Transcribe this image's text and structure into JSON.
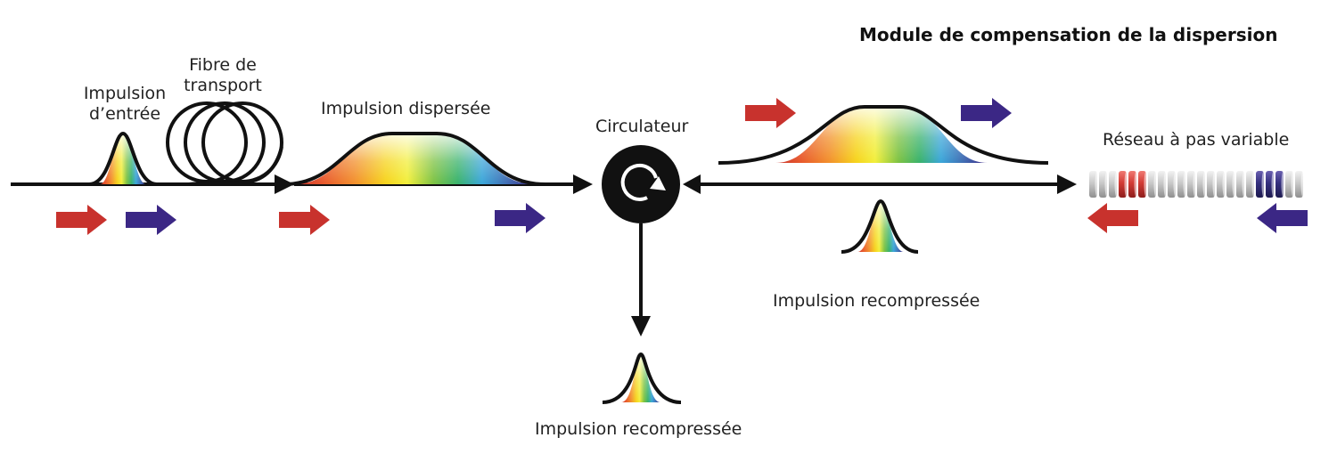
{
  "module_title": "Module de compensation de la dispersion",
  "labels": {
    "input_pulse_line1": "Impulsion",
    "input_pulse_line2": "d’entrée",
    "fiber_line1": "Fibre de",
    "fiber_line2": "transport",
    "dispersed_pulse": "Impulsion dispersée",
    "circulator": "Circulateur",
    "grating": "Réseau à pas variable",
    "recompressed_right": "Impulsion recompressée",
    "recompressed_bottom": "Impulsion recompressée"
  },
  "colors": {
    "line": "#111111",
    "arrow_red": "#c8322d",
    "arrow_purple": "#3b2785",
    "spectrum": [
      "#c8322d",
      "#e8572a",
      "#f28e2b",
      "#f6d31b",
      "#f2ef3a",
      "#7cc242",
      "#38b26b",
      "#3aa6d9",
      "#3f6fb5",
      "#4b3a92",
      "#3b2785"
    ]
  },
  "icons": [
    "coil-fiber-icon",
    "circulator-icon",
    "chirped-grating-icon",
    "red-arrow-icon",
    "purple-arrow-icon"
  ]
}
